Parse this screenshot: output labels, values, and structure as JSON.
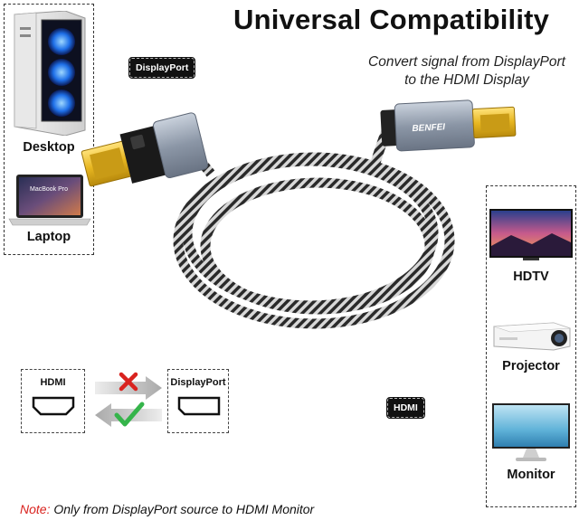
{
  "title": "Universal Compatibility",
  "subtitle": {
    "line1": "Convert signal from DisplayPort",
    "line2": "to the HDMI Display"
  },
  "tags": {
    "displayport": "DisplayPort",
    "hdmi": "HDMI"
  },
  "sources": {
    "desktop": "Desktop",
    "laptop": "Laptop",
    "laptop_screen_text": "MacBook Pro"
  },
  "displays": {
    "hdtv": "HDTV",
    "projector": "Projector",
    "monitor": "Monitor"
  },
  "cable": {
    "brand": "BENFEI"
  },
  "direction": {
    "left_port": "HDMI",
    "right_port": "DisplayPort"
  },
  "note": {
    "label": "Note:",
    "text": " Only from DisplayPort source to HDMI Monitor"
  },
  "colors": {
    "accent_red": "#d9231f",
    "check_green": "#35b44a",
    "connector_gold": "#e7b620"
  }
}
